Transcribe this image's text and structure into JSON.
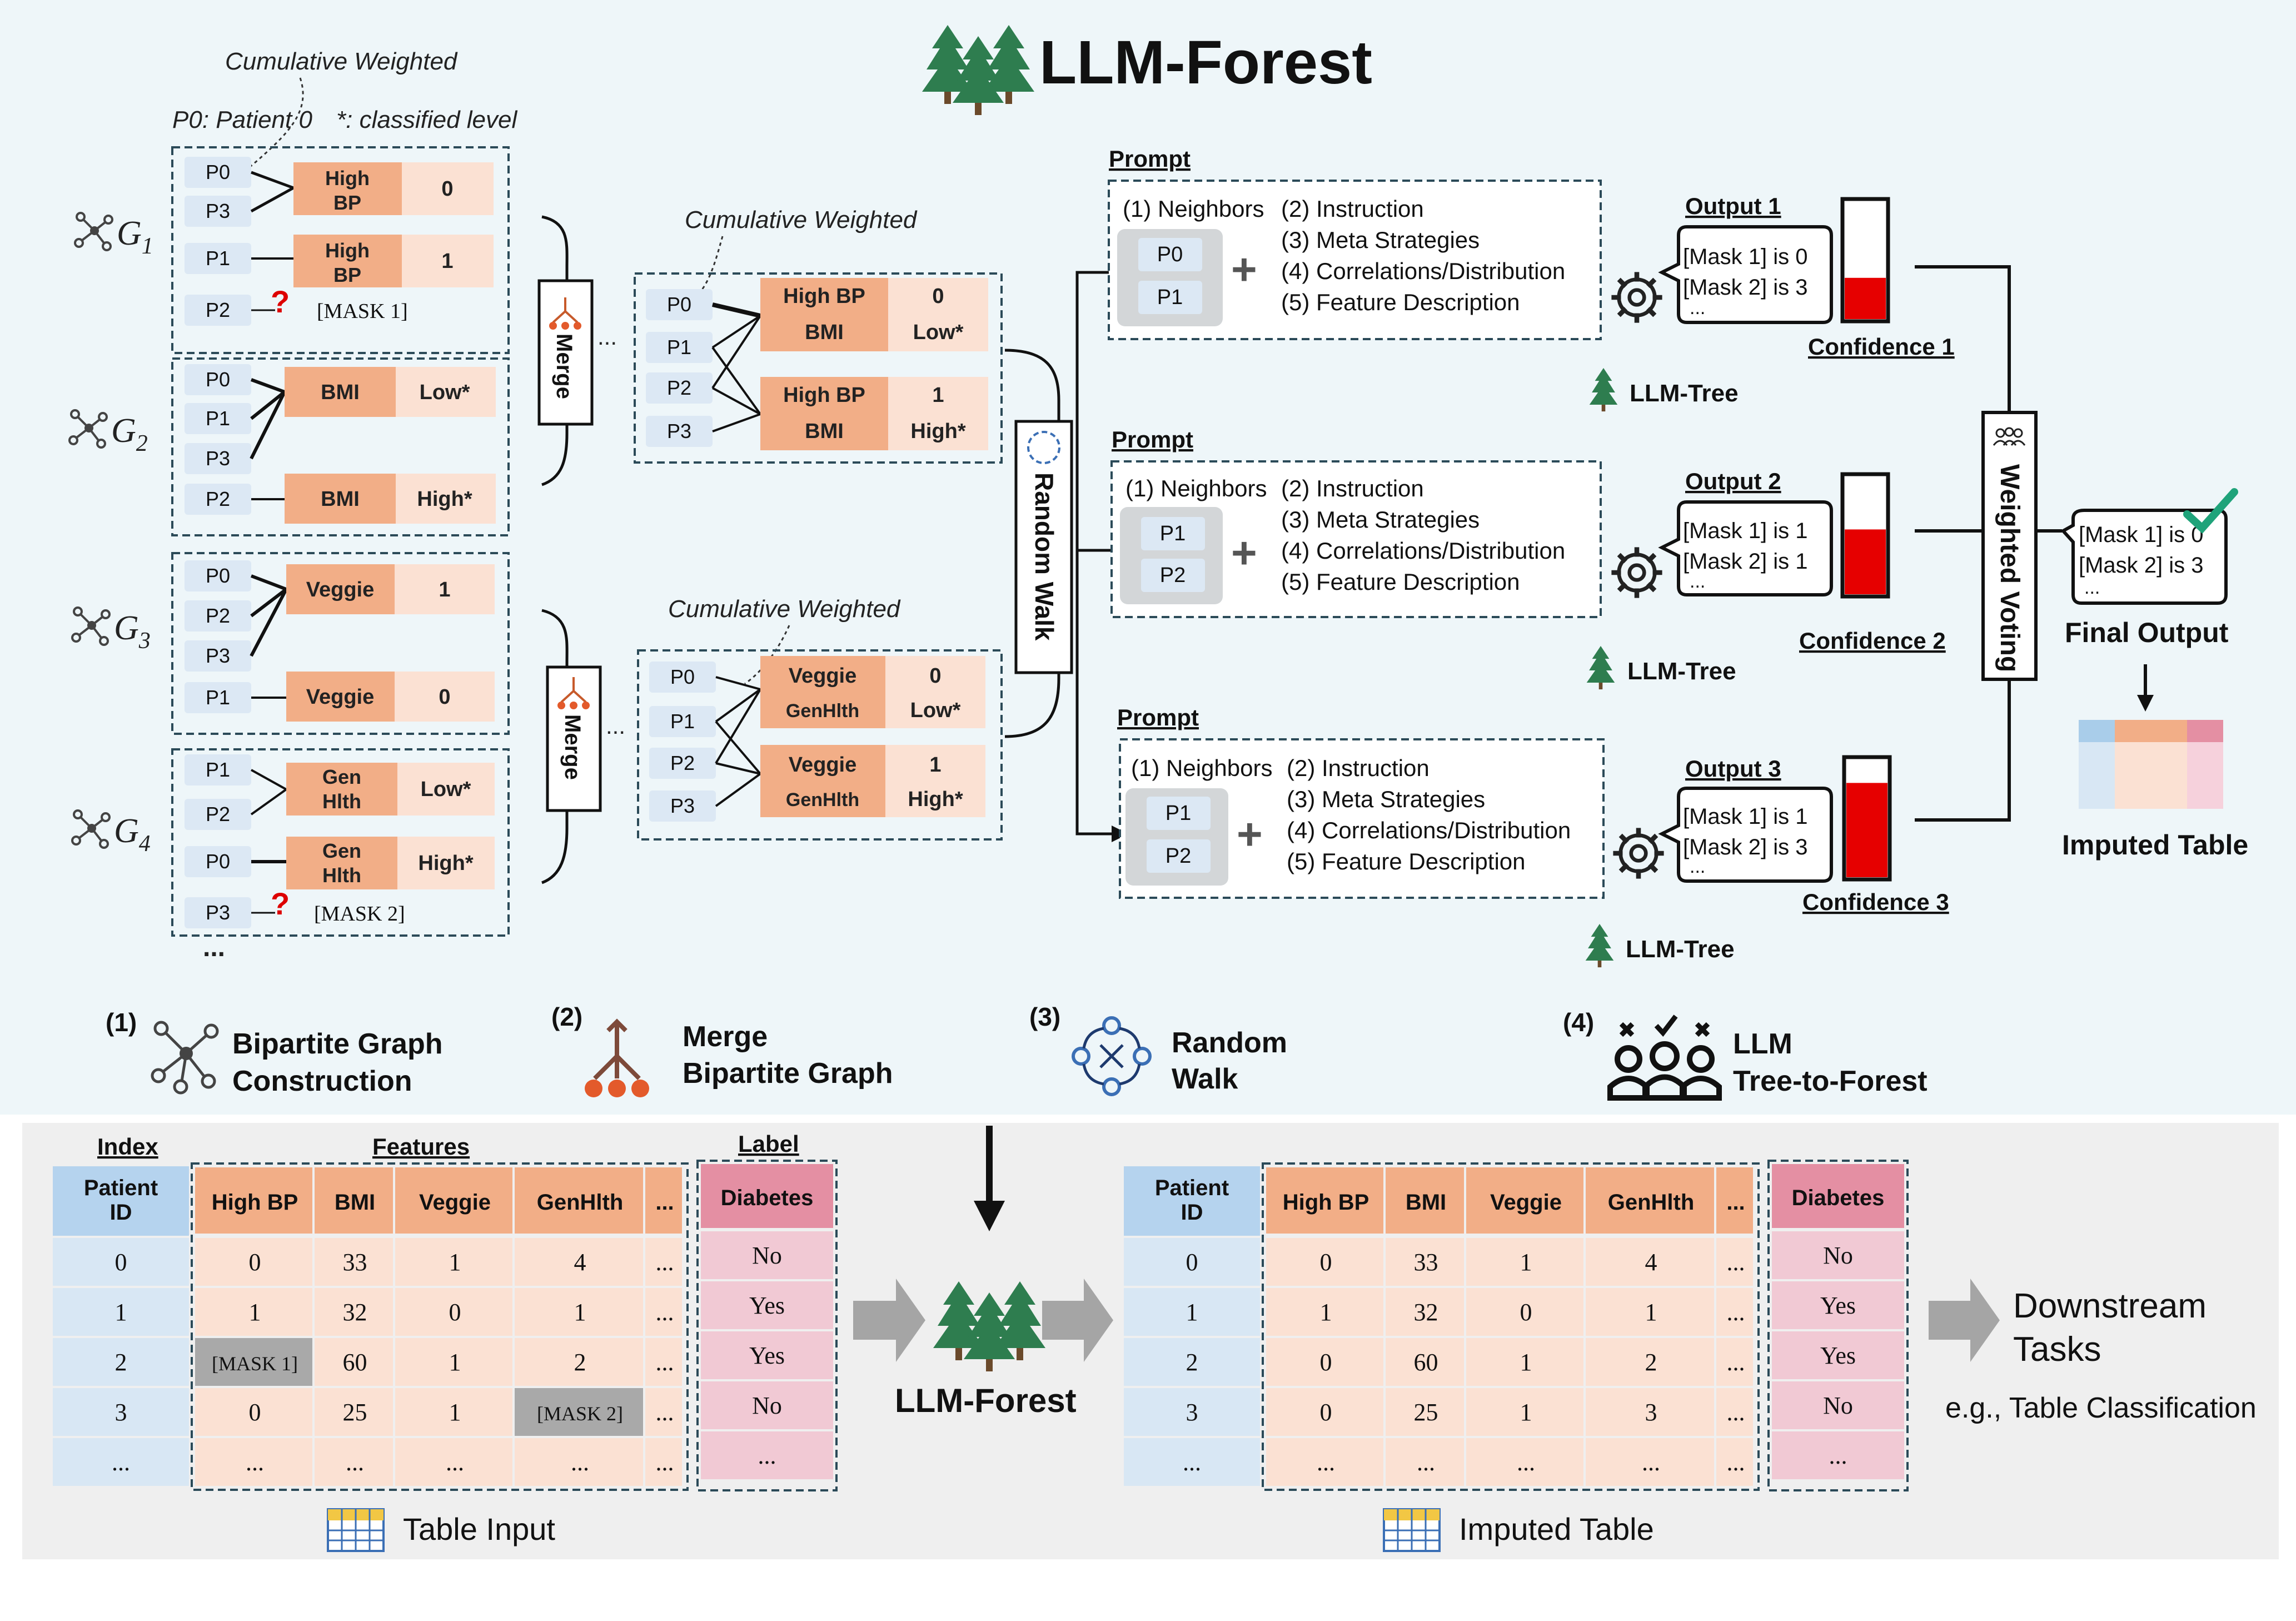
{
  "title": "LLM-Forest",
  "graphs": {
    "cumulative_label": "Cumulative Weighted",
    "legend_patient": "P0: Patient 0",
    "legend_classified": "*: classified level",
    "ellipsis": "...",
    "g1": {
      "name_letter": "G",
      "name_sub": "1",
      "patients": [
        "P0",
        "P3",
        "P1",
        "P2"
      ],
      "rows": [
        {
          "feature": [
            "High",
            "BP"
          ],
          "value": "0"
        },
        {
          "feature": [
            "High",
            "BP"
          ],
          "value": "1"
        }
      ],
      "mask": "[MASK 1]"
    },
    "g2": {
      "name_letter": "G",
      "name_sub": "2",
      "patients": [
        "P0",
        "P1",
        "P3",
        "P2"
      ],
      "rows": [
        {
          "feature": [
            "BMI"
          ],
          "value": "Low*"
        },
        {
          "feature": [
            "BMI"
          ],
          "value": "High*"
        }
      ]
    },
    "g3": {
      "name_letter": "G",
      "name_sub": "3",
      "patients": [
        "P0",
        "P2",
        "P3",
        "P1"
      ],
      "rows": [
        {
          "feature": [
            "Veggie"
          ],
          "value": "1"
        },
        {
          "feature": [
            "Veggie"
          ],
          "value": "0"
        }
      ]
    },
    "g4": {
      "name_letter": "G",
      "name_sub": "4",
      "patients": [
        "P1",
        "P2",
        "P0",
        "P3"
      ],
      "rows": [
        {
          "feature": [
            "Gen",
            "Hlth"
          ],
          "value": "Low*"
        },
        {
          "feature": [
            "Gen",
            "Hlth"
          ],
          "value": "High*"
        }
      ],
      "mask": "[MASK 2]"
    },
    "merge_label": "Merge",
    "merged1": {
      "patients": [
        "P0",
        "P1",
        "P2",
        "P3"
      ],
      "rows": [
        {
          "features": [
            "High BP",
            "BMI"
          ],
          "values": [
            "0",
            "Low*"
          ]
        },
        {
          "features": [
            "High BP",
            "BMI"
          ],
          "values": [
            "1",
            "High*"
          ]
        }
      ]
    },
    "merged2": {
      "patients": [
        "P0",
        "P1",
        "P2",
        "P3"
      ],
      "rows": [
        {
          "features": [
            "Veggie",
            "GenHlth"
          ],
          "values": [
            "0",
            "Low*"
          ]
        },
        {
          "features": [
            "Veggie",
            "GenHlth"
          ],
          "values": [
            "1",
            "High*"
          ]
        }
      ]
    },
    "random_walk_label": "Random Walk"
  },
  "prompts": {
    "header": "Prompt",
    "lines": [
      "(1) Neighbors",
      "(2) Instruction",
      "(3) Meta Strategies",
      "(4) Correlations/Distribution",
      "(5) Feature Description"
    ],
    "items": [
      {
        "neighbors": [
          "P0",
          "P1"
        ],
        "output_title": "Output 1",
        "output_lines": [
          "[Mask 1] is 0",
          "[Mask 2] is 3",
          "..."
        ],
        "confidence_label": "Confidence 1",
        "confidence": 0.35,
        "tree_label": "LLM-Tree"
      },
      {
        "neighbors": [
          "P1",
          "P2"
        ],
        "output_title": "Output 2",
        "output_lines": [
          "[Mask 1] is 1",
          "[Mask 2] is 1",
          "..."
        ],
        "confidence_label": "Confidence 2",
        "confidence": 0.55,
        "tree_label": "LLM-Tree"
      },
      {
        "neighbors": [
          "P1",
          "P2"
        ],
        "output_title": "Output 3",
        "output_lines": [
          "[Mask 1] is 1",
          "[Mask 2] is 3",
          "..."
        ],
        "confidence_label": "Confidence 3",
        "confidence": 0.8,
        "tree_label": "LLM-Tree"
      }
    ]
  },
  "voting": {
    "label": "Weighted Voting",
    "final_lines": [
      "[Mask 1] is 0",
      "[Mask 2] is 3",
      "..."
    ],
    "final_label": "Final Output",
    "imputed_label": "Imputed Table"
  },
  "steps": [
    {
      "num": "(1)",
      "lines": [
        "Bipartite Graph",
        "Construction"
      ],
      "icon": "graph-icon"
    },
    {
      "num": "(2)",
      "lines": [
        "Merge",
        "Bipartite Graph"
      ],
      "icon": "merge-icon"
    },
    {
      "num": "(3)",
      "lines": [
        "Random",
        "Walk"
      ],
      "icon": "random-walk-icon"
    },
    {
      "num": "(4)",
      "lines": [
        "LLM",
        "Tree-to-Forest"
      ],
      "icon": "voting-people-icon"
    }
  ],
  "tables": {
    "index_header": "Index",
    "features_header": "Features",
    "label_header": "Label",
    "id_header": [
      "Patient",
      "ID"
    ],
    "feature_columns": [
      "High BP",
      "BMI",
      "Veggie",
      "GenHlth",
      "..."
    ],
    "label_column": "Diabetes",
    "ids": [
      "0",
      "1",
      "2",
      "3",
      "..."
    ],
    "input_rows": [
      [
        "0",
        "33",
        "1",
        "4",
        "..."
      ],
      [
        "1",
        "32",
        "0",
        "1",
        "..."
      ],
      [
        "[MASK 1]",
        "60",
        "1",
        "2",
        "..."
      ],
      [
        "0",
        "25",
        "1",
        "[MASK 2]",
        "..."
      ],
      [
        "...",
        "...",
        "...",
        "...",
        "..."
      ]
    ],
    "input_labels": [
      "No",
      "Yes",
      "Yes",
      "No",
      "..."
    ],
    "imputed_rows": [
      [
        "0",
        "33",
        "1",
        "4",
        "..."
      ],
      [
        "1",
        "32",
        "0",
        "1",
        "..."
      ],
      [
        "0",
        "60",
        "1",
        "2",
        "..."
      ],
      [
        "0",
        "25",
        "1",
        "3",
        "..."
      ],
      [
        "...",
        "...",
        "...",
        "...",
        "..."
      ]
    ],
    "imputed_labels": [
      "No",
      "Yes",
      "Yes",
      "No",
      "..."
    ],
    "input_caption": "Table Input",
    "imputed_caption": "Imputed Table",
    "center_label": "LLM-Forest",
    "downstream_lines": [
      "Downstream",
      "Tasks"
    ],
    "downstream_example": "e.g., Table Classification"
  },
  "colors": {
    "top_bg": "#eef6f9",
    "bottom_bg": "#efefef",
    "feature_dark": "#f2ae87",
    "feature_light": "#fbe1d3",
    "patient_blue": "#dce8f4",
    "header_blue": "#b5d3ee",
    "label_pink": "#eab8c6",
    "label_pink_dark": "#e48fa3",
    "dashed": "#2b4a58",
    "confidence_red": "#e60000",
    "tree_green": "#2e7d4f"
  }
}
